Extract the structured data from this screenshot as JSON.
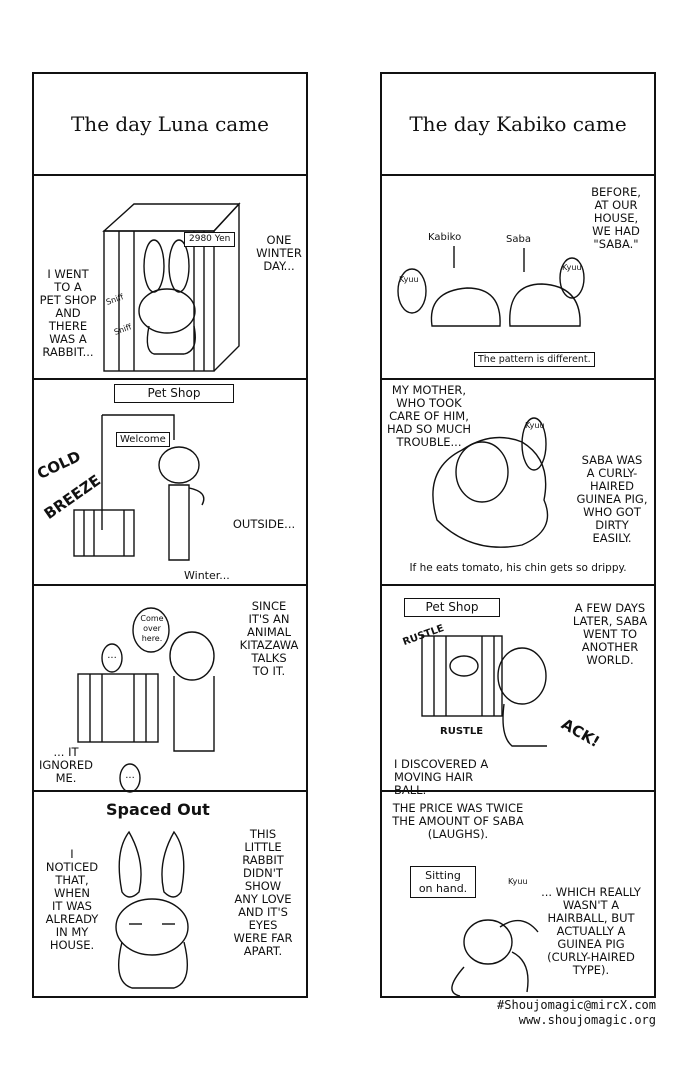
{
  "left": {
    "title": "The day Luna came",
    "p1": {
      "price_tag": "2980 Yen",
      "narration": "ONE\nWINTER\nDAY...",
      "caption": "I WENT\nTO A\nPET SHOP\nAND\nTHERE\nWAS A\nRABBIT...",
      "sniff1": "Sniff",
      "sniff2": "Sniff"
    },
    "p2": {
      "shop_sign": "Pet Shop",
      "door_sign": "Welcome",
      "sfx_cold": "COLD",
      "sfx_breeze": "BREEZE",
      "outside": "OUTSIDE...",
      "winter": "Winter..."
    },
    "p3": {
      "bubble_come": "Come\nover\nhere.",
      "ellipsis1": "...",
      "ellipsis2": "...",
      "narration": "SINCE\nIT'S AN\nANIMAL\nKITAZAWA\nTALKS\nTO IT.",
      "ignored": "... IT\nIGNORED\nME."
    },
    "p4": {
      "sfx": "Spaced Out",
      "left_text": "I\nNOTICED\nTHAT,\nWHEN\nIT WAS\nALREADY\nIN MY\nHOUSE.",
      "right_text": "THIS\nLITTLE\nRABBIT\nDIDN'T\nSHOW\nANY LOVE\nAND IT'S\nEYES\nWERE FAR\nAPART."
    }
  },
  "right": {
    "title": "The day Kabiko came",
    "p1": {
      "label_kabiko": "Kabiko",
      "label_saba": "Saba",
      "narration": "BEFORE,\nAT OUR\nHOUSE,\nWE HAD\n\"SABA.\"",
      "kyuu1": "Kyuu",
      "kyuu2": "Kyuu",
      "pattern": "The pattern is different."
    },
    "p2": {
      "mother": "MY MOTHER,\nWHO TOOK\nCARE OF HIM,\nHAD SO MUCH\nTROUBLE...",
      "kyuu": "Kyuu",
      "saba_text": "SABA WAS\nA CURLY-\nHAIRED\nGUINEA PIG,\nWHO GOT\nDIRTY\nEASILY.",
      "tomato": "If he eats tomato, his chin gets so drippy."
    },
    "p3": {
      "shop_sign": "Pet Shop",
      "sfx_rustle1": "RUSTLE",
      "sfx_rustle2": "RUSTLE",
      "sfx_ack": "ACK!",
      "narration": "A FEW DAYS\nLATER, SABA\nWENT TO\nANOTHER\nWORLD.",
      "discovered": "I DISCOVERED A\nMOVING HAIR BALL."
    },
    "p4": {
      "price": "THE PRICE WAS TWICE\nTHE AMOUNT OF SABA\n(LAUGHS).",
      "sitting": "Sitting\non hand.",
      "kyuu": "Kyuu",
      "hairball": "... WHICH REALLY\nWASN'T A\nHAIRBALL, BUT\nACTUALLY A\nGUINEA PIG\n(CURLY-HAIRED\nTYPE)."
    }
  },
  "credits": {
    "line1": "#Shoujomagic@mircX.com",
    "line2": "www.shoujomagic.org"
  }
}
